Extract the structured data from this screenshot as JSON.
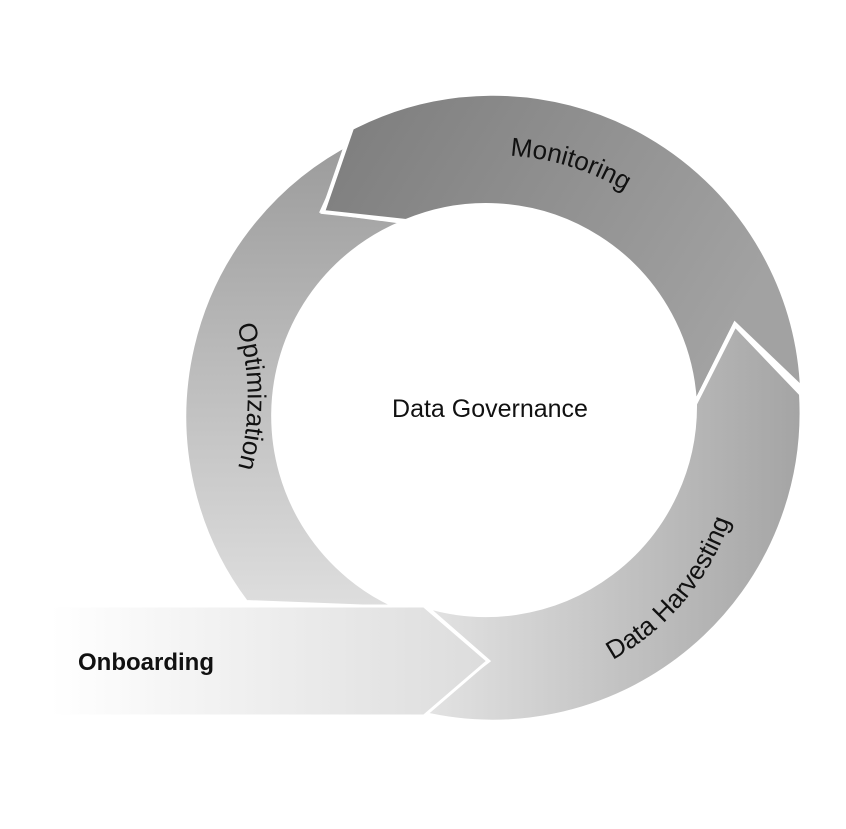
{
  "center": {
    "label": "Data Governance"
  },
  "stages": [
    {
      "id": "monitoring",
      "label": "Monitoring"
    },
    {
      "id": "data-harvesting",
      "label": "Data Harvesting"
    },
    {
      "id": "optimization",
      "label": "Optimization"
    }
  ],
  "entry": {
    "label": "Onboarding"
  }
}
